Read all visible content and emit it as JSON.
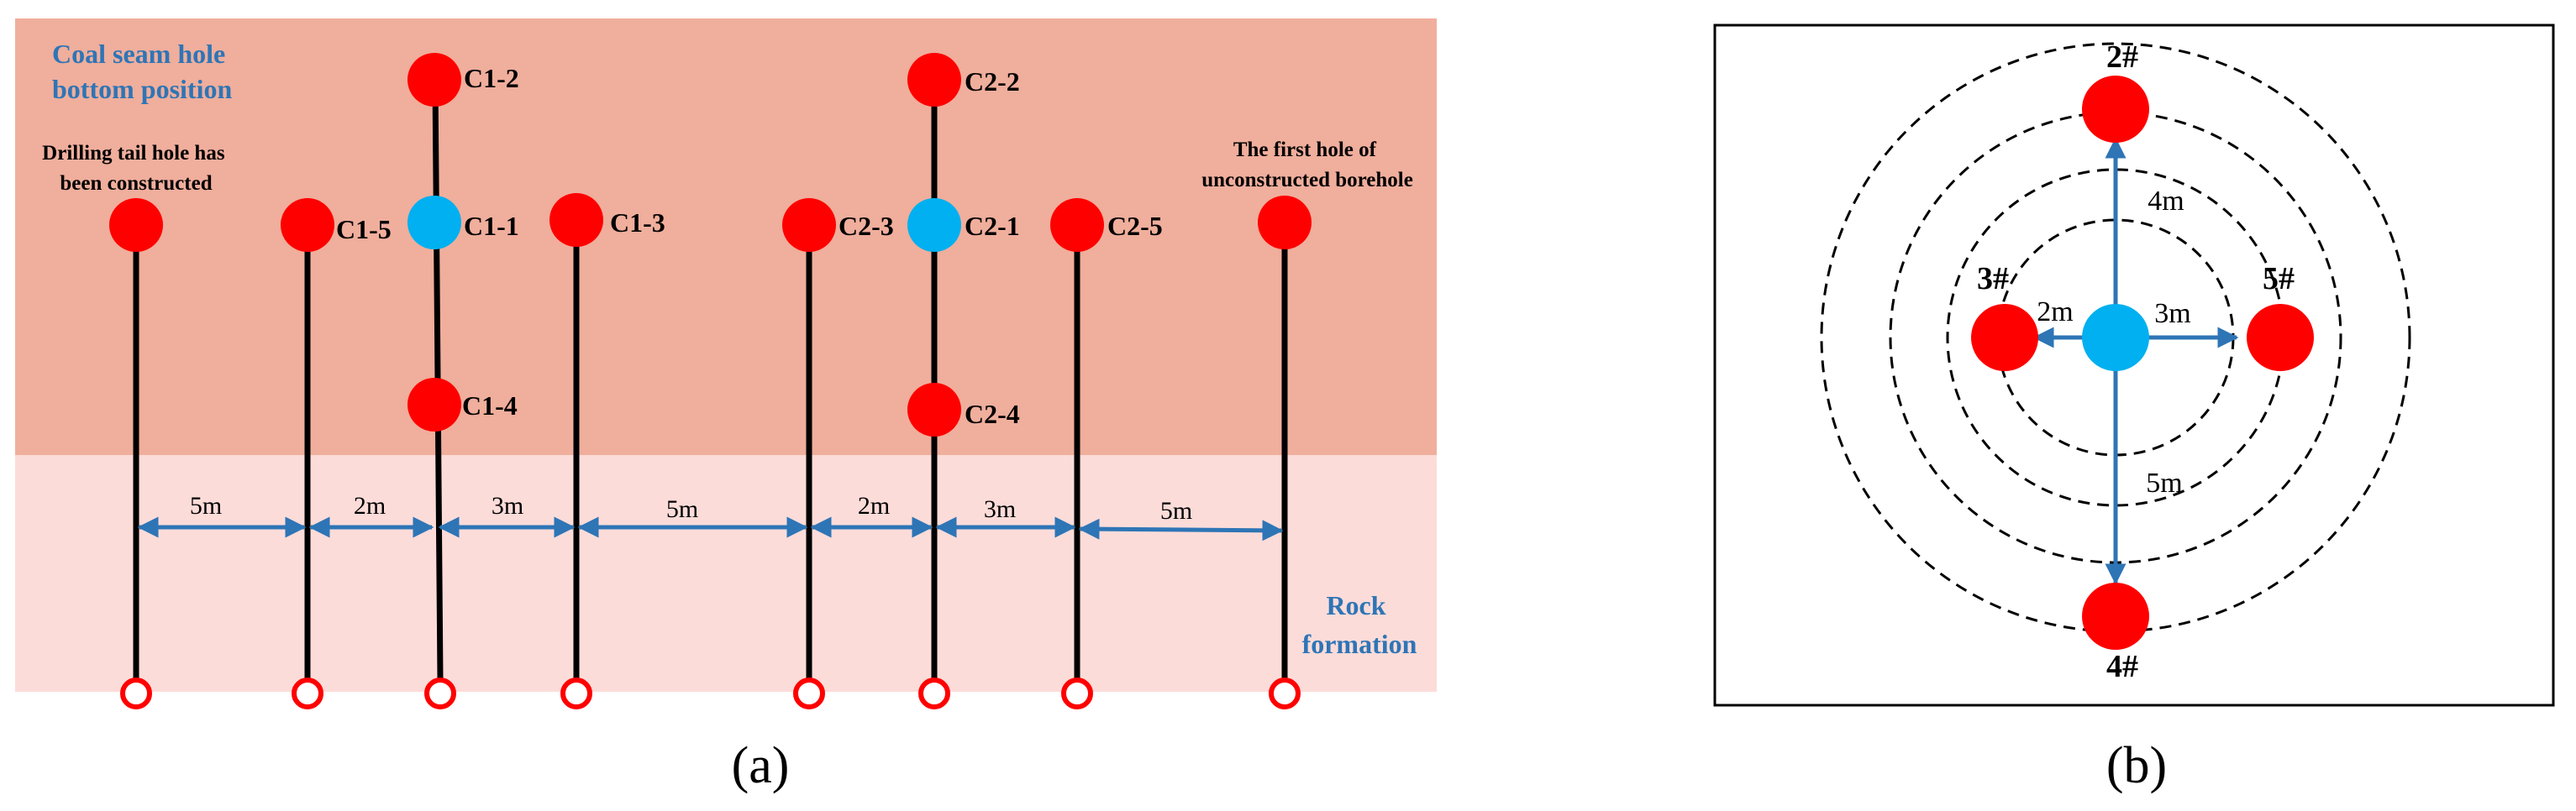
{
  "panel_a": {
    "caption": "(a)",
    "coal_seam_label_line1": "Coal seam hole",
    "coal_seam_label_line2": "bottom position",
    "drilling_tail_line1": "Drilling tail hole has",
    "drilling_tail_line2": "been constructed",
    "first_hole_line1": "The first hole of",
    "first_hole_line2": "unconstructed borehole",
    "rock_line1": "Rock",
    "rock_line2": "formation",
    "hole_labels": {
      "c1_1": "C1-1",
      "c1_2": "C1-2",
      "c1_3": "C1-3",
      "c1_4": "C1-4",
      "c1_5": "C1-5",
      "c2_1": "C2-1",
      "c2_2": "C2-2",
      "c2_3": "C2-3",
      "c2_4": "C2-4",
      "c2_5": "C2-5"
    },
    "spacings": [
      "5m",
      "2m",
      "3m",
      "5m",
      "2m",
      "3m",
      "5m"
    ]
  },
  "panel_b": {
    "caption": "(b)",
    "hole_labels": {
      "top": "2#",
      "left": "3#",
      "right": "5#",
      "bottom": "4#"
    },
    "distances": {
      "top": "4m",
      "left": "2m",
      "right": "3m",
      "bottom": "5m"
    }
  },
  "colors": {
    "coal_seam_bg": "#f0ae9c",
    "rock_bg": "#fcdcd9",
    "hole_red": "#ff0000",
    "hole_blue": "#00b0f0",
    "arrow_blue": "#2e75b6",
    "label_blue": "#2e75b6"
  }
}
